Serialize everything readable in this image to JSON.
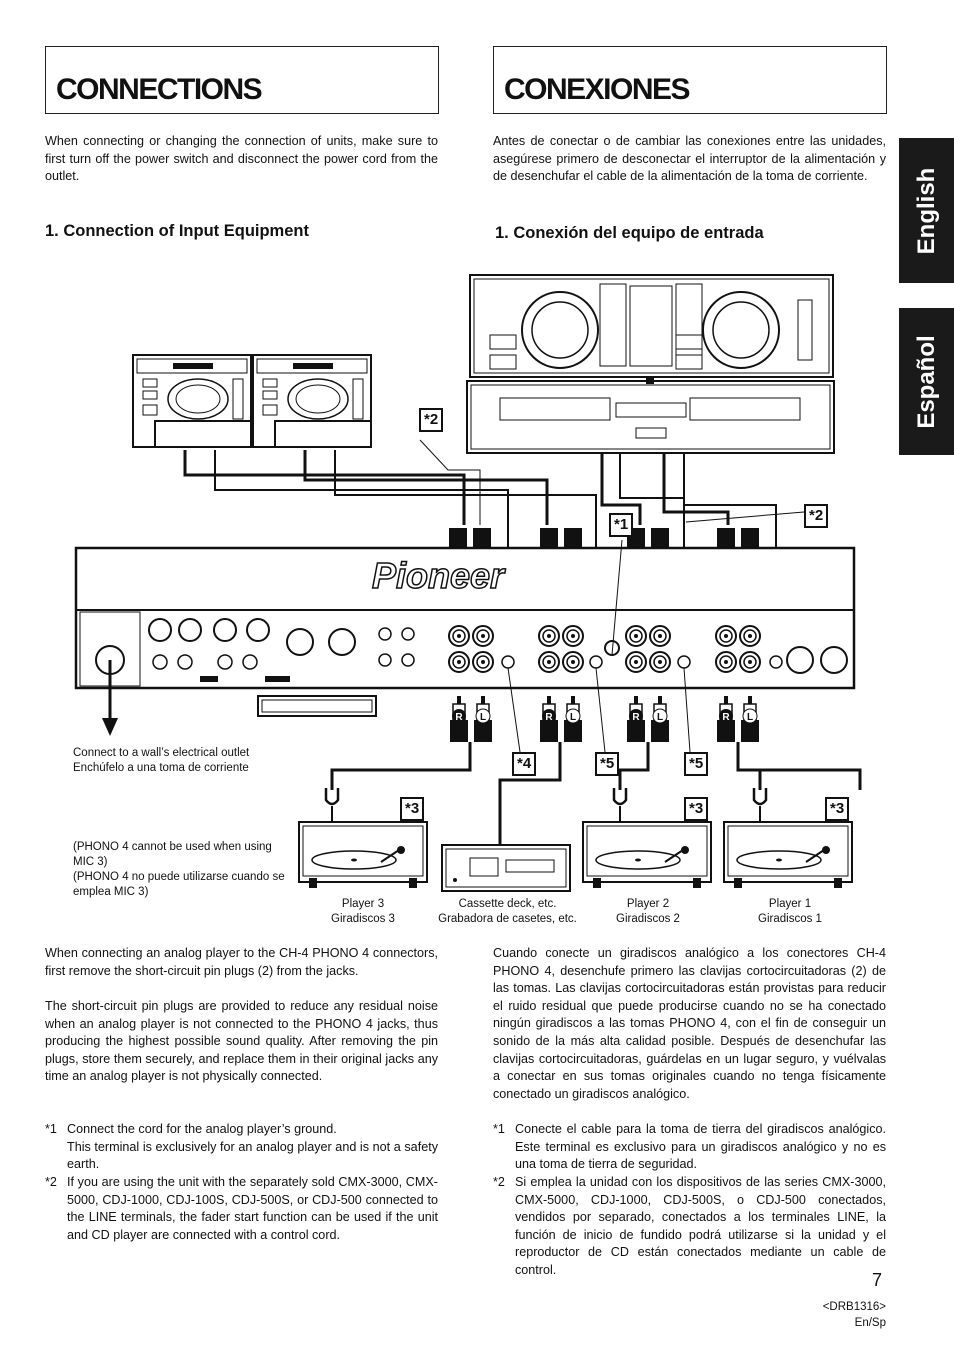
{
  "titles": {
    "en": "CONNECTIONS",
    "es": "CONEXIONES"
  },
  "intro": {
    "en": "When connecting or changing the connection of units, make sure to first turn off the power switch and disconnect the power cord from the outlet.",
    "es": "Antes de conectar o de cambiar las conexiones entre las unidades, asegúrese primero de desconectar el interruptor de la alimentación y de desenchufar el cable de la alimentación de la toma de corriente."
  },
  "subheadings": {
    "en": "1. Connection of Input Equipment",
    "es": "1. Conexión del equipo de entrada"
  },
  "tabs": {
    "english": "English",
    "espanol": "Español"
  },
  "diagram": {
    "markers": [
      "*1",
      "*2",
      "*2",
      "*3",
      "*3",
      "*3",
      "*4",
      "*5",
      "*5"
    ],
    "rl": [
      "R",
      "L"
    ],
    "outlet_caption": [
      "Connect to a wall’s electrical outlet",
      "Enchúfelo a una toma de corriente"
    ],
    "phono_caption": [
      "(PHONO 4 cannot be used when using MIC 3)",
      "(PHONO 4 no puede utilizarse cuando se emplea MIC 3)"
    ],
    "devices": [
      {
        "en": "Player 3",
        "es": "Giradiscos 3"
      },
      {
        "en": "Cassette deck, etc.",
        "es": "Grabadora de casetes, etc."
      },
      {
        "en": "Player 2",
        "es": "Giradiscos 2"
      },
      {
        "en": "Player 1",
        "es": "Giradiscos 1"
      }
    ],
    "brand": "Pioneer"
  },
  "body_en": [
    "When connecting an analog player to the CH-4 PHONO 4 connectors, first remove the short-circuit pin plugs (2) from the jacks.",
    "The short-circuit pin plugs are provided to reduce any residual noise when an analog player is not connected to the PHONO 4 jacks, thus producing the highest possible sound quality. After removing the pin plugs, store them securely, and replace them in their original jacks any time an analog player is not physically connected."
  ],
  "notes_en": [
    {
      "mark": "*1",
      "text": "Connect the cord for the analog player’s ground.",
      "text2": "This terminal is exclusively for an analog player and is not a safety earth."
    },
    {
      "mark": "*2",
      "text": "If you are using the unit with the separately sold CMX-3000, CMX-5000, CDJ-1000, CDJ-100S, CDJ-500S, or CDJ-500 connected to the LINE terminals, the fader start function can be used if the unit and CD player are connected with a control cord."
    }
  ],
  "body_es": [
    "Cuando conecte un giradiscos analógico a los conectores CH-4 PHONO 4, desenchufe primero las clavijas cortocircuitadoras (2) de las tomas. Las clavijas cortocircuitadoras están provistas para reducir el ruido residual que puede producirse cuando no se ha conectado ningún giradiscos a las tomas PHONO 4, con el fin de conseguir un sonido de la más alta calidad posible. Después de desenchufar las clavijas cortocircuitadoras, guárdelas en un lugar seguro, y vuélvalas a conectar en sus tomas originales cuando no tenga físicamente conectado un giradiscos analógico."
  ],
  "notes_es": [
    {
      "mark": "*1",
      "text": "Conecte el cable para la toma de tierra del giradiscos analógico. Este terminal es exclusivo para un giradiscos analógico y no es una toma de tierra de seguridad."
    },
    {
      "mark": "*2",
      "text": "Si emplea la unidad con los dispositivos de las series CMX-3000, CMX-5000, CDJ-1000, CDJ-500S, o CDJ-500 conectados, vendidos por separado, conectados a los terminales LINE, la función de inicio de fundido podrá utilizarse si la unidad y el reproductor de CD están conectados mediante un cable de control."
    }
  ],
  "footer": {
    "page": "7",
    "code": "<DRB1316>",
    "lang": "En/Sp"
  }
}
